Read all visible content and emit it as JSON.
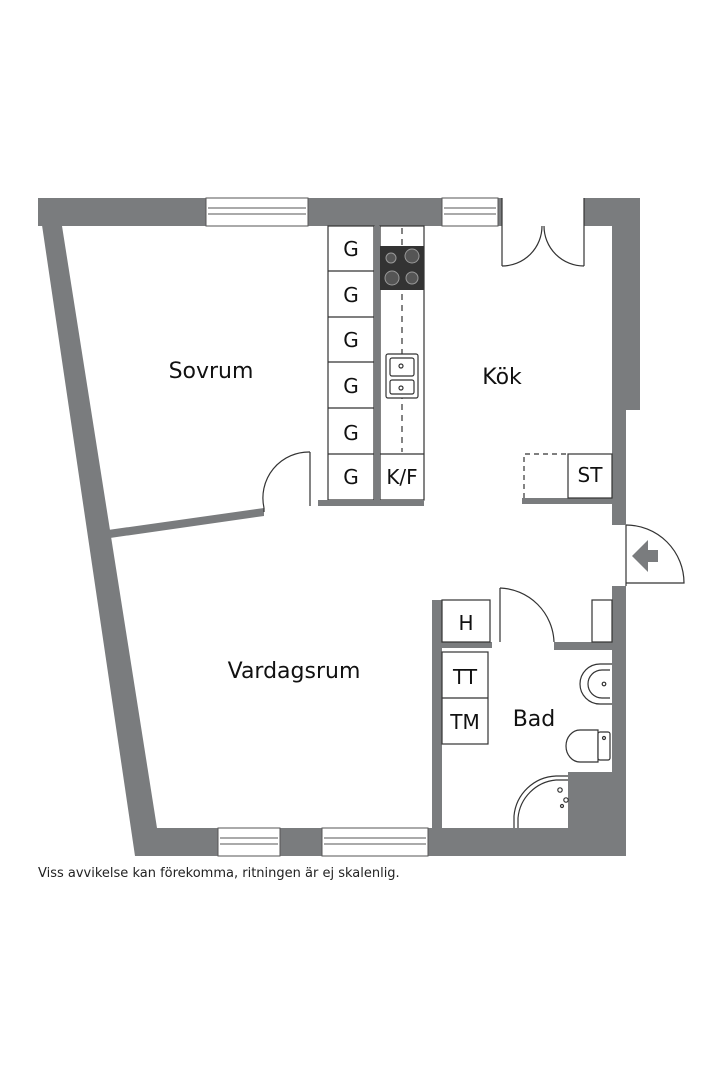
{
  "rooms": {
    "bedroom": "Sovrum",
    "kitchen": "Kök",
    "living_room": "Vardagsrum",
    "bathroom": "Bad"
  },
  "fixtures": {
    "wardrobe": "G",
    "fridge_freezer": "K/F",
    "storage": "ST",
    "hallway_closet": "H",
    "dryer": "TT",
    "washing_machine": "TM"
  },
  "footer": {
    "disclaimer": "Viss avvikelse kan förekomma, ritningen är ej skalenlig."
  },
  "colors": {
    "wall": "#7a7c7e",
    "line": "#222222",
    "background": "#ffffff"
  }
}
